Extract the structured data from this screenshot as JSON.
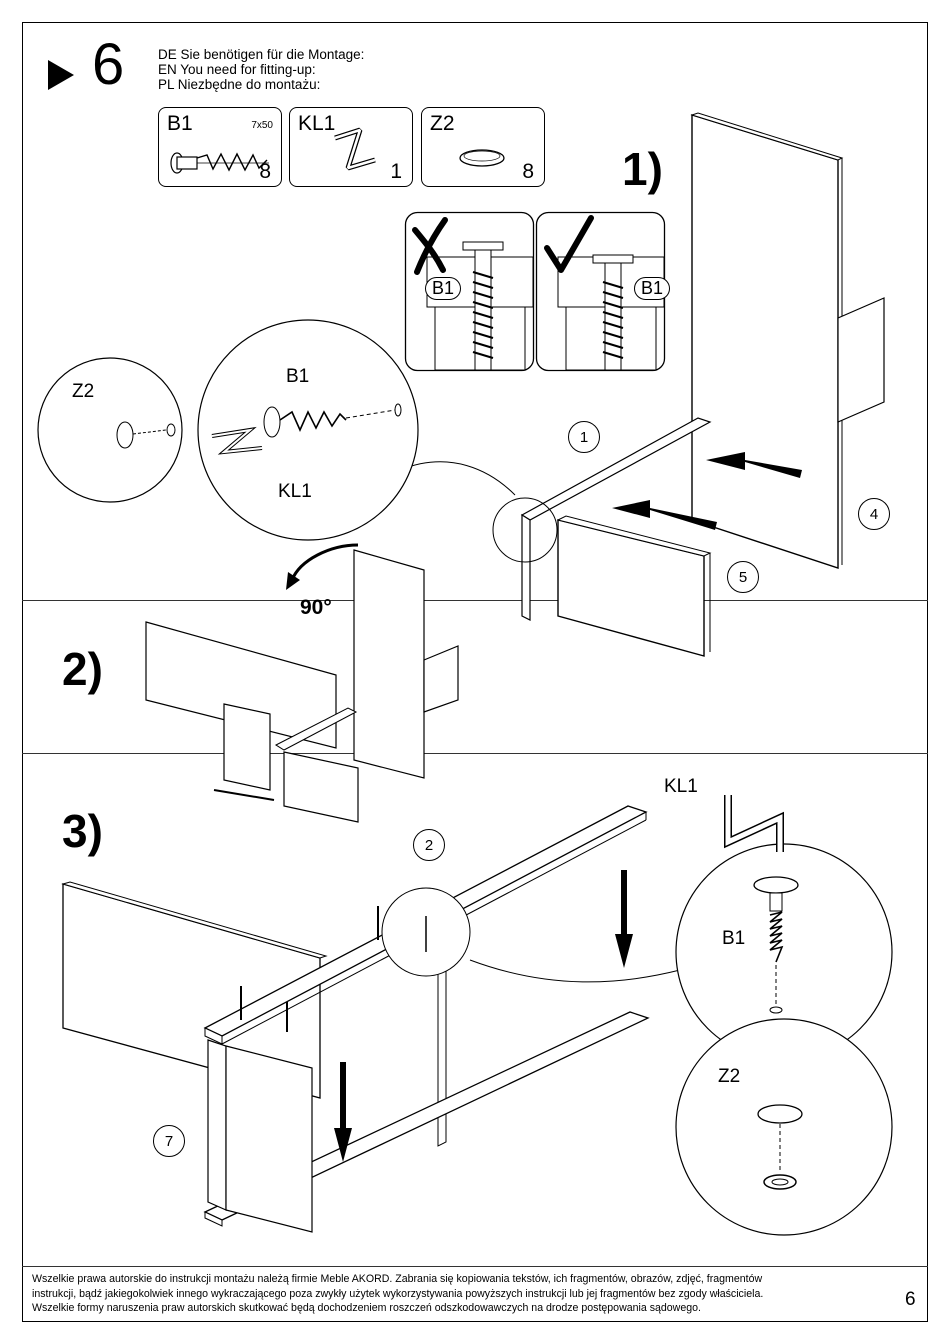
{
  "header": {
    "step_number": "6",
    "intro_lines": [
      "DE Sie benötigen für die Montage:",
      "EN You need for fitting-up:",
      "PL Niezbędne do montażu:"
    ]
  },
  "parts": [
    {
      "code": "B1",
      "size": "7x50",
      "quantity": "8",
      "icon": "confirmat-screw-icon"
    },
    {
      "code": "KL1",
      "size": "",
      "quantity": "1",
      "icon": "hex-key-icon"
    },
    {
      "code": "Z2",
      "size": "",
      "quantity": "8",
      "icon": "cover-cap-icon"
    }
  ],
  "stages": {
    "one": "1)",
    "two": "2)",
    "three": "3)"
  },
  "detail_labels": {
    "wrong_b1": "B1",
    "right_b1": "B1",
    "z2_left": "Z2",
    "b1_left": "B1",
    "kl1_left": "KL1",
    "kl1_right": "KL1",
    "b1_right": "B1",
    "z2_right": "Z2"
  },
  "rotation": {
    "angle": "90°"
  },
  "callouts": {
    "c1": "1",
    "c2": "2",
    "c4": "4",
    "c5": "5",
    "c7": "7"
  },
  "footer": {
    "text_lines": [
      "Wszelkie prawa autorskie do instrukcji montażu należą firmie Meble AKORD. Zabrania się kopiowania tekstów, ich fragmentów, obrazów, zdjęć, fragmentów",
      "instrukcji, bądź jakiegokolwiek innego wykraczającego poza zwykły użytek wykorzystywania powyższych instrukcji lub jej fragmentów bez zgody właściciela.",
      "Wszelkie formy naruszenia praw autorskich skutkować będą dochodzeniem roszczeń odszkodowawczych na drodze postępowania sądowego."
    ],
    "page_number": "6"
  },
  "icons": {
    "wrong": "cross-mark-icon",
    "right": "check-mark-icon",
    "step": "play-triangle-icon",
    "rotate": "rotate-arrow-icon",
    "push": "push-arrow-icon"
  }
}
